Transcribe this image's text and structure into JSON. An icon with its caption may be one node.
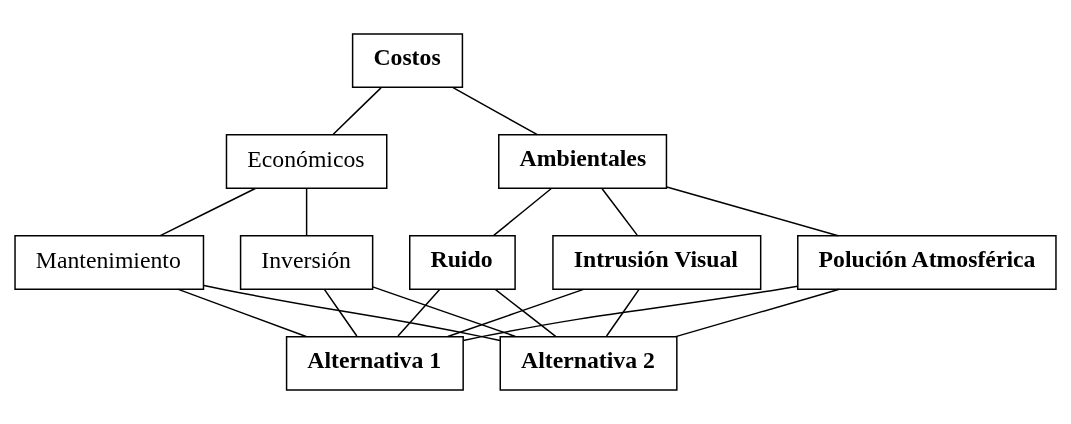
{
  "diagram": {
    "nodes": [
      {
        "text": [
          "Costos"
        ]
      },
      {
        "text": [
          "Económicos"
        ]
      },
      {
        "text": [
          "Ambientales"
        ]
      },
      {
        "text": [
          "Inversión"
        ]
      },
      {
        "text": [
          "Mantenimiento"
        ]
      },
      {
        "text": [
          "Ruido"
        ]
      },
      {
        "text": [
          "Intrusión Visual"
        ]
      },
      {
        "text": [
          "Polución Atmosférica"
        ]
      },
      {
        "text": [
          "Alternativa 1"
        ]
      },
      {
        "text": [
          "Alternativa 2"
        ]
      }
    ],
    "edges": [
      {
        "from": 0,
        "to": 1,
        "arrow": "none"
      },
      {
        "from": 0,
        "to": 2,
        "arrow": "none"
      },
      {
        "from": 1,
        "to": 3,
        "arrow": "none"
      },
      {
        "from": 1,
        "to": 4,
        "arrow": "none"
      },
      {
        "from": 2,
        "to": 5,
        "arrow": "none"
      },
      {
        "from": 2,
        "to": 6,
        "arrow": "none"
      },
      {
        "from": 2,
        "to": 7,
        "arrow": "none"
      },
      {
        "from": 3,
        "to": 8,
        "arrow": "none"
      },
      {
        "from": 3,
        "to": 9,
        "arrow": "none"
      },
      {
        "from": 4,
        "to": 8,
        "arrow": "none"
      },
      {
        "from": 4,
        "to": 9,
        "arrow": "none"
      },
      {
        "from": 5,
        "to": 8,
        "arrow": "none"
      },
      {
        "from": 5,
        "to": 9,
        "arrow": "none"
      },
      {
        "from": 6,
        "to": 8,
        "arrow": "none"
      },
      {
        "from": 6,
        "to": 9,
        "arrow": "none"
      },
      {
        "from": 7,
        "to": 8,
        "arrow": "none"
      },
      {
        "from": 7,
        "to": 9,
        "arrow": "none"
      }
    ]
  }
}
